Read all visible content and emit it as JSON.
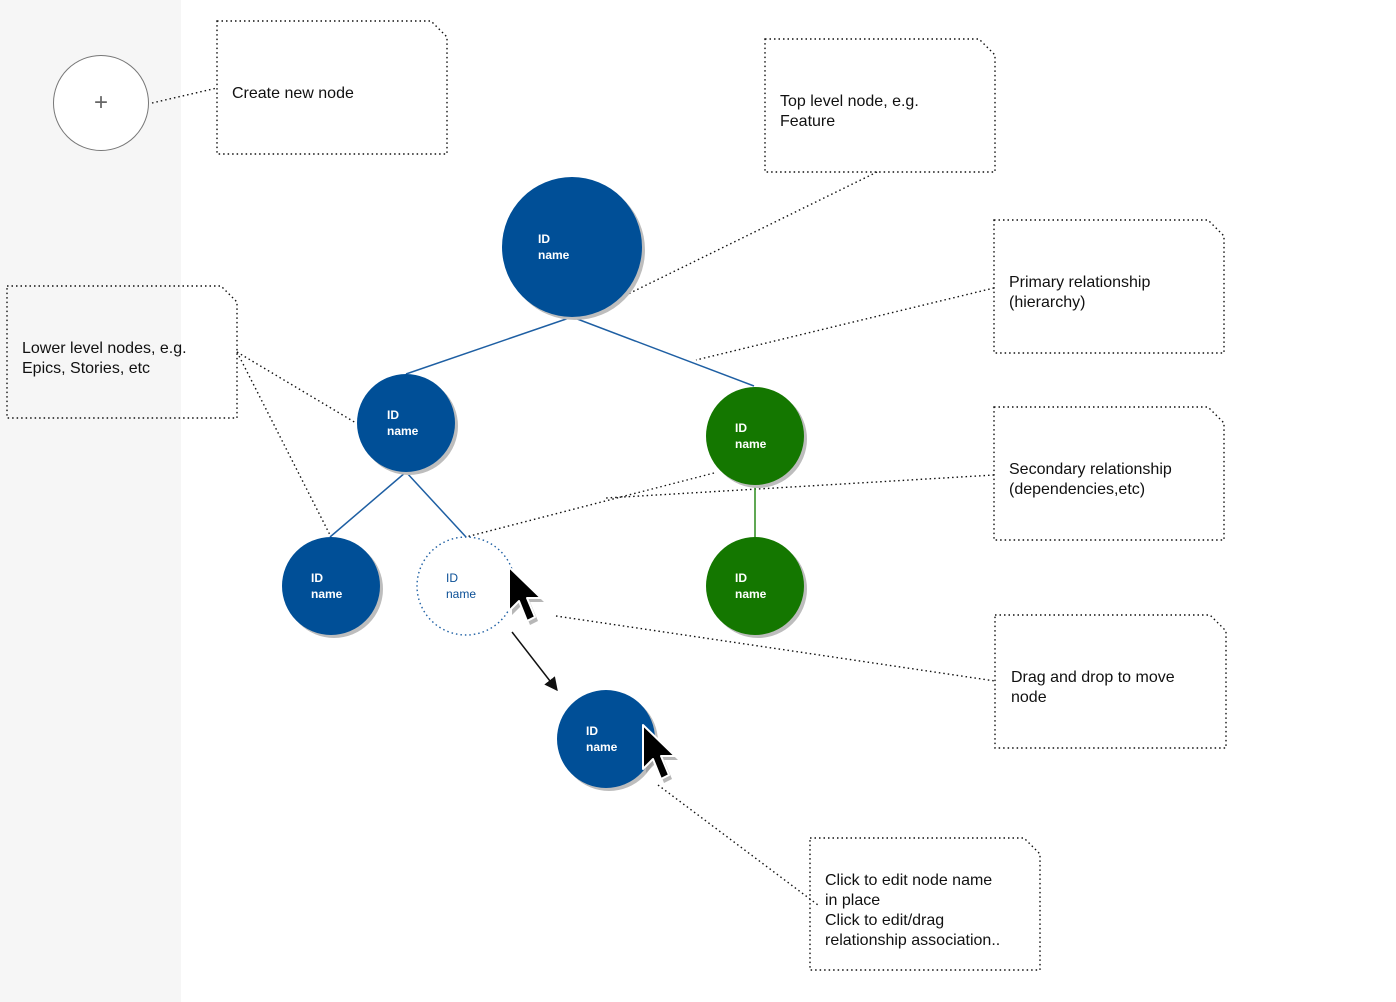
{
  "sidebar": {
    "create_button": {
      "icon": "plus-icon",
      "glyph": "+"
    }
  },
  "colors": {
    "blue": "#004f97",
    "green": "#147700",
    "edge_blue": "#1e5fa3",
    "edge_green": "#2a8a1a"
  },
  "nodes": [
    {
      "id": "ID",
      "name": "name",
      "level": "top",
      "color": "blue"
    },
    {
      "id": "ID",
      "name": "name",
      "level": "child",
      "color": "blue"
    },
    {
      "id": "ID",
      "name": "name",
      "level": "child",
      "color": "green"
    },
    {
      "id": "ID",
      "name": "name",
      "level": "leaf",
      "color": "blue"
    },
    {
      "id": "ID",
      "name": "name",
      "level": "leaf",
      "color": "blue",
      "state": "drag-origin-placeholder"
    },
    {
      "id": "ID",
      "name": "name",
      "level": "leaf",
      "color": "green"
    },
    {
      "id": "ID",
      "name": "name",
      "level": "leaf",
      "color": "blue",
      "state": "being-dragged"
    }
  ],
  "notes": {
    "create": "Create new node",
    "top_level": "Top level node, e.g.\nFeature",
    "lower_level": "Lower level nodes, e.g.\nEpics, Stories, etc",
    "primary": "Primary relationship\n(hierarchy)",
    "secondary": "Secondary  relationship\n(dependencies,etc)",
    "drag": "Drag and drop to move\nnode",
    "click": "Click to edit node name\nin place\nClick to edit/drag\nrelationship association.."
  }
}
